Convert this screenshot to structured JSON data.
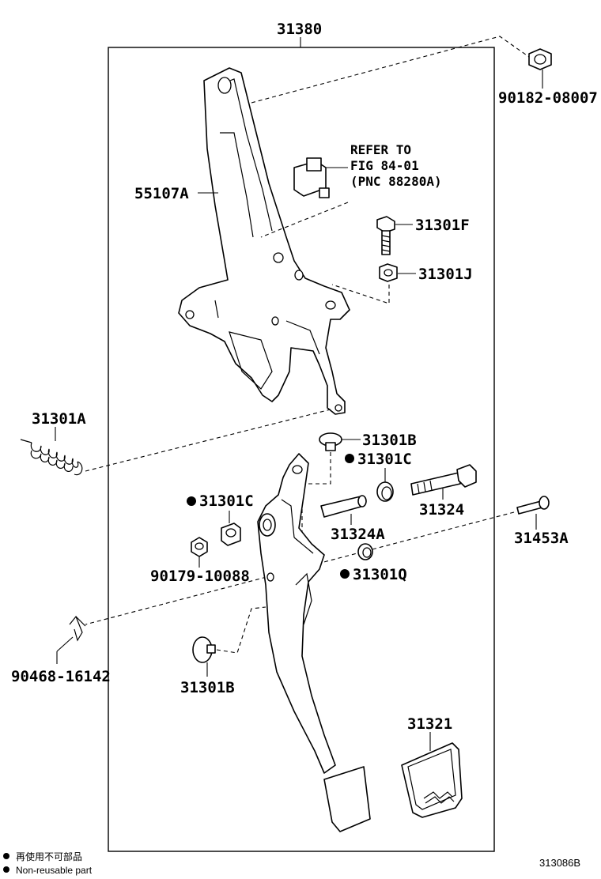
{
  "figure_id": "313086B",
  "legend": {
    "marker": "●",
    "text_ja": "再使用不可部品",
    "text_en": "Non-reusable part"
  },
  "refer_note": {
    "line1": "REFER TO",
    "line2": "FIG 84-01",
    "line3": "(PNC 88280A)"
  },
  "parts": {
    "p31380": "31380",
    "p90182": "90182-08007",
    "p55107A": "55107A",
    "p31301F": "31301F",
    "p31301J": "31301J",
    "p31301A": "31301A",
    "p31301B_top": "31301B",
    "p31301C_right": "31301C",
    "p31301C_left": "31301C",
    "p31324": "31324",
    "p31324A": "31324A",
    "p31453A": "31453A",
    "p90179": "90179-10088",
    "p31301Q": "31301Q",
    "p90468": "90468-16142",
    "p31301B_bottom": "31301B",
    "p31321": "31321"
  },
  "non_reusable_marker": "●"
}
